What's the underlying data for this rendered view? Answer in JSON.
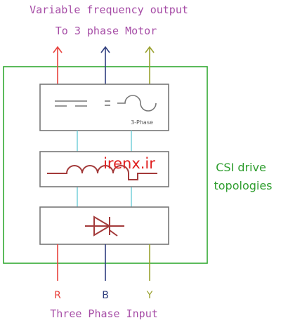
{
  "output_title": "Variable frequency output",
  "output_subtitle": "To 3 phase Motor",
  "input_title": "Three Phase Input",
  "side_label": {
    "line1": "CSI drive",
    "line2": "topologies"
  },
  "watermark": "irenx.ir",
  "inverter_block": {
    "caption": "3-Phase"
  },
  "phases": {
    "r": "R",
    "b": "B",
    "y": "Y"
  },
  "colors": {
    "title_purple": "#a64ca6",
    "enclosure_green": "#33aa33",
    "side_label_green": "#2f9e2f",
    "phase_r": "#e8413c",
    "phase_b": "#2f3e7e",
    "phase_y": "#9aa12e",
    "block_border": "#777777",
    "symbol_gray": "#777777",
    "inductor_red": "#a33a3a",
    "link_cyan": "#7fd4dc",
    "watermark_red": "#e02020"
  }
}
